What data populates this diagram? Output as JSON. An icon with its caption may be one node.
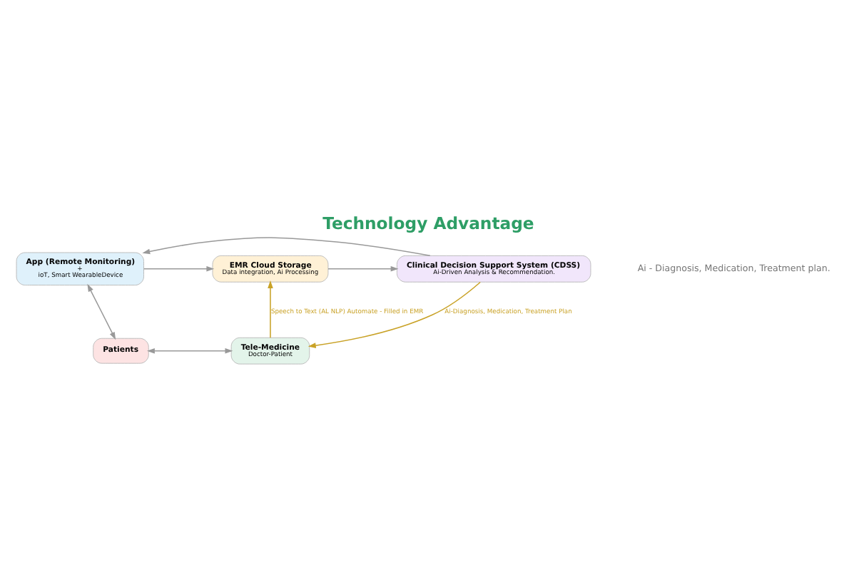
{
  "diagram": {
    "title": "Technology Advantage",
    "nodes": [
      {
        "text": [
          "App (Remote Monitoring)",
          "+",
          "ioT, Smart WearableDevice"
        ]
      },
      {
        "text": [
          "EMR Cloud Storage",
          "Data integration, Ai Processing"
        ]
      },
      {
        "text": [
          "Clinical Decision Support System (CDSS)",
          "Ai-Driven Analysis & Recommendation."
        ]
      },
      {
        "text": [
          "Patients"
        ]
      },
      {
        "text": [
          "Tele-Medicine",
          "Doctor-Patient"
        ]
      }
    ],
    "edges": [
      {
        "from": 0,
        "to": 1,
        "arrow": "to"
      },
      {
        "from": 1,
        "to": 2,
        "arrow": "to"
      },
      {
        "from": 2,
        "to": 0,
        "arrow": "to"
      },
      {
        "from": 0,
        "to": 3,
        "arrow": "both"
      },
      {
        "from": 3,
        "to": 4,
        "arrow": "both"
      },
      {
        "from": 4,
        "to": 1,
        "arrow": "to",
        "label": "Speech to Text (AL NLP) Automate - Filled in EMR",
        "color": "#c9a227"
      },
      {
        "from": 2,
        "to": 4,
        "arrow": "to",
        "label": "Ai-Diagnosis, Medication, Treatment Plan",
        "color": "#c9a227"
      }
    ],
    "labels": [
      "Ai - Diagnosis, Medication, Treatment plan."
    ]
  }
}
